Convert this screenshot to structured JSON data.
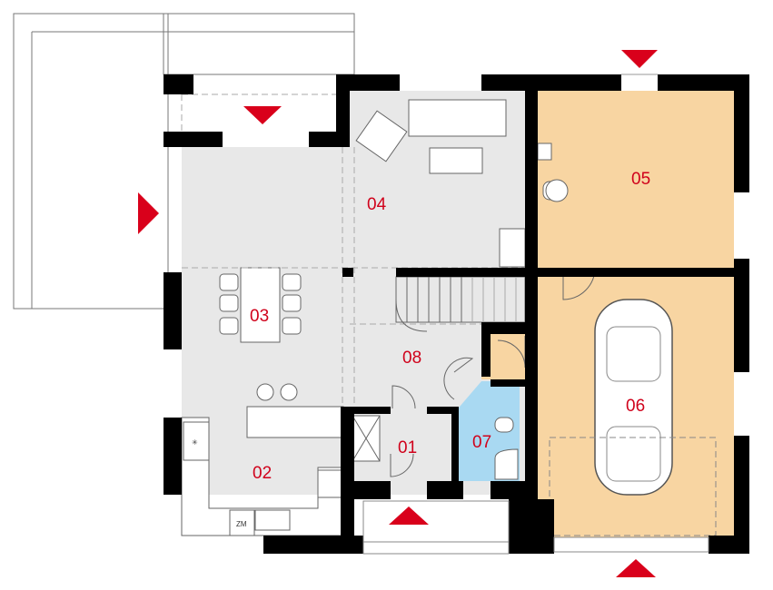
{
  "plan": {
    "rooms": [
      {
        "id": "01",
        "fill": "#e8e8e8"
      },
      {
        "id": "02",
        "fill": "#e8e8e8"
      },
      {
        "id": "03",
        "fill": "#e8e8e8"
      },
      {
        "id": "04",
        "fill": "#e8e8e8"
      },
      {
        "id": "05",
        "fill": "#f8d5a2"
      },
      {
        "id": "06",
        "fill": "#f8d5a2"
      },
      {
        "id": "07",
        "fill": "#a9d9f2"
      },
      {
        "id": "08",
        "fill": "#e8e8e8"
      }
    ],
    "appliance_label": "ZM",
    "colors": {
      "wall": "#000000",
      "label": "#d0021b",
      "arrow": "#d9001b"
    }
  }
}
